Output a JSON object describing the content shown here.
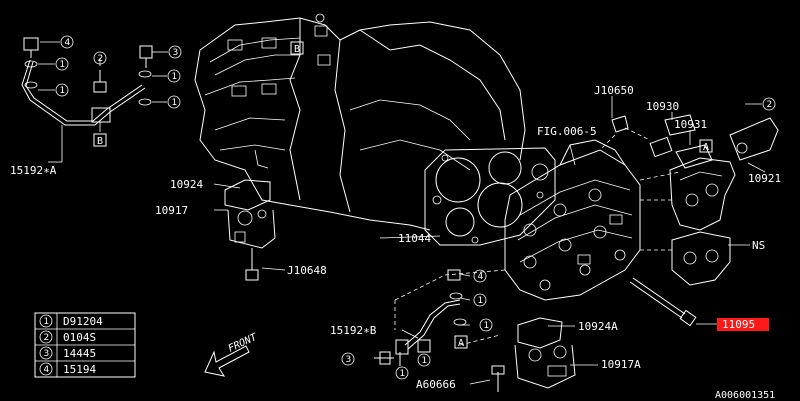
{
  "labels": {
    "p15192a": "15192∗A",
    "p10924": "10924",
    "p10917": "10917",
    "pJ10648": "J10648",
    "p11044": "11044",
    "fig": "FIG.006-5",
    "pJ10650": "J10650",
    "p10930": "10930",
    "p10931": "10931",
    "p10921": "10921",
    "ns": "NS",
    "p11095": "11095",
    "p10924a": "10924A",
    "p10917a": "10917A",
    "pA60666": "A60666",
    "p15192b": "15192∗B",
    "front": "FRONT",
    "refA": "A",
    "refB": "B",
    "footer": "A006001351"
  },
  "callouts": {
    "c1": "1",
    "c2": "2",
    "c3": "3",
    "c4": "4"
  },
  "legend": [
    {
      "num": "1",
      "part": "D91204"
    },
    {
      "num": "2",
      "part": "0104S"
    },
    {
      "num": "3",
      "part": "14445"
    },
    {
      "num": "4",
      "part": "15194"
    }
  ],
  "colors": {
    "background": "#000000",
    "lines": "#ffffff",
    "highlight": "#ff1a1a"
  }
}
